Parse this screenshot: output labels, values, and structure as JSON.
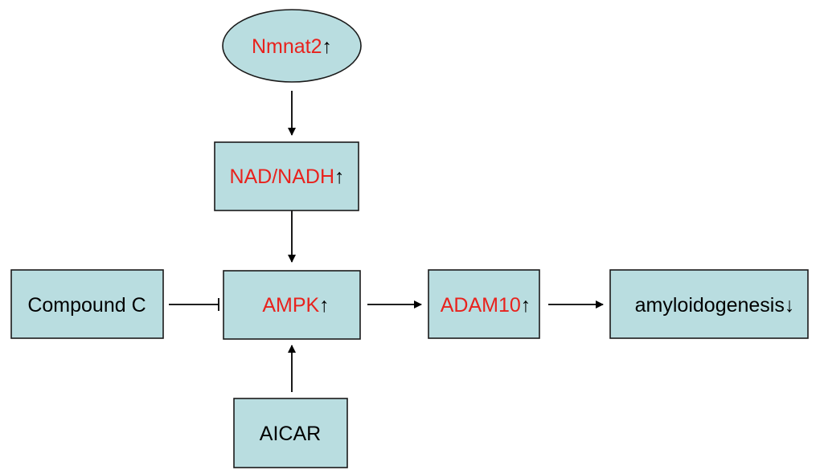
{
  "diagram": {
    "colors": {
      "node_fill": "#b9dde0",
      "node_stroke": "#1a1a1a",
      "regulated_text": "#e8221d",
      "plain_text": "#000000",
      "edge": "#000000"
    },
    "nodes": {
      "nmnat2": {
        "label": "Nmnat2",
        "indicator": "↑",
        "shape": "ellipse",
        "text_color": "#e8221d"
      },
      "nad_nadh": {
        "label": "NAD/NADH",
        "indicator": "↑",
        "shape": "rectangle",
        "text_color": "#e8221d"
      },
      "ampk": {
        "label": "AMPK",
        "indicator": "↑",
        "shape": "rectangle",
        "text_color": "#e8221d"
      },
      "adam10": {
        "label": "ADAM10",
        "indicator": "↑",
        "shape": "rectangle",
        "text_color": "#e8221d"
      },
      "amyloidogenesis": {
        "label": "amyloidogenesis",
        "indicator": "↓",
        "shape": "rectangle",
        "text_color": "#000000"
      },
      "compound_c": {
        "label": "Compound C",
        "indicator": "",
        "shape": "rectangle",
        "text_color": "#000000"
      },
      "aicar": {
        "label": "AICAR",
        "indicator": "",
        "shape": "rectangle",
        "text_color": "#000000"
      }
    },
    "edges": [
      {
        "from": "nmnat2",
        "to": "nad_nadh",
        "type": "activation"
      },
      {
        "from": "nad_nadh",
        "to": "ampk",
        "type": "activation"
      },
      {
        "from": "ampk",
        "to": "adam10",
        "type": "activation"
      },
      {
        "from": "adam10",
        "to": "amyloidogenesis",
        "type": "activation"
      },
      {
        "from": "compound_c",
        "to": "ampk",
        "type": "inhibition"
      },
      {
        "from": "aicar",
        "to": "ampk",
        "type": "activation"
      }
    ]
  }
}
